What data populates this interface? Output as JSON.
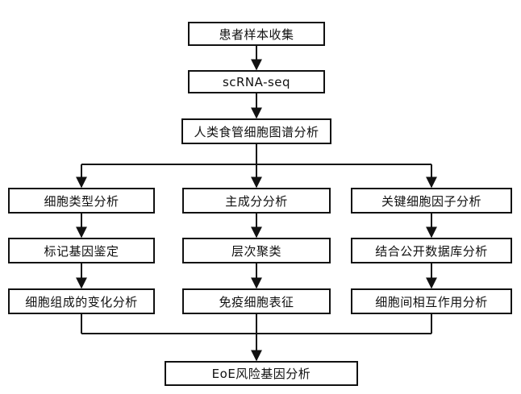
{
  "nodes": {
    "sample_collection": "患者样本收集",
    "scrna_seq": "scRNA-seq",
    "atlas": "人类食管细胞图谱分析",
    "cell_type": "细胞类型分析",
    "marker_genes": "标记基因鉴定",
    "composition_change": "细胞组成的变化分析",
    "pca": "主成分分析",
    "hierarchical": "层次聚类",
    "immune": "免疫细胞表征",
    "key_factors": "关键细胞因子分析",
    "public_db": "结合公开数据库分析",
    "interaction": "细胞间相互作用分析",
    "eoe_risk": "EoE风险基因分析"
  },
  "colors": {
    "line": "#111111",
    "box_border": "#111111",
    "box_fill": "#ffffff",
    "text": "#111111"
  }
}
